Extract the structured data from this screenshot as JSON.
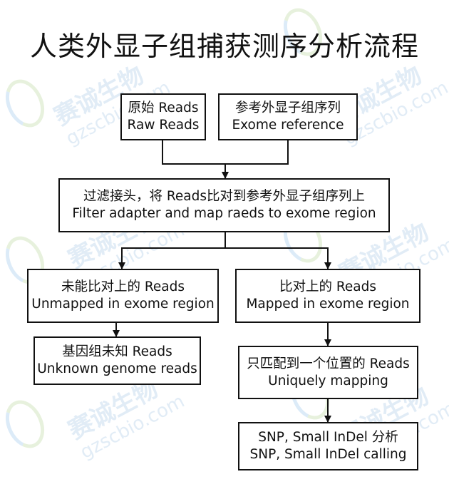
{
  "title": "人类外显子组捕获测序分析流程",
  "watermark": {
    "zh": "赛诚生物",
    "en": "gzscbio.com"
  },
  "nodes": {
    "raw_reads": {
      "zh": "原始 Reads",
      "en": "Raw Reads"
    },
    "exome_ref": {
      "zh": "参考外显子组序列",
      "en": "Exome reference"
    },
    "filter_map": {
      "zh": "过滤接头，将 Reads比对到参考外显子组序列上",
      "en": "Filter adapter and map raeds to exome region"
    },
    "unmapped": {
      "zh": "未能比对上的 Reads",
      "en": "Unmapped in exome region"
    },
    "mapped": {
      "zh": "比对上的 Reads",
      "en": "Mapped in exome region"
    },
    "unknown": {
      "zh": "基因组未知 Reads",
      "en": "Unknown genome reads"
    },
    "unique": {
      "zh": "只匹配到一个位置的 Reads",
      "en": "Uniquely mapping"
    },
    "snp": {
      "zh": "SNP, Small InDel 分析",
      "en": "SNP, Small InDel calling"
    }
  },
  "colors": {
    "line": "#111111",
    "watermark_text": "#aac8e6",
    "watermark_logo": "#a0c878"
  }
}
